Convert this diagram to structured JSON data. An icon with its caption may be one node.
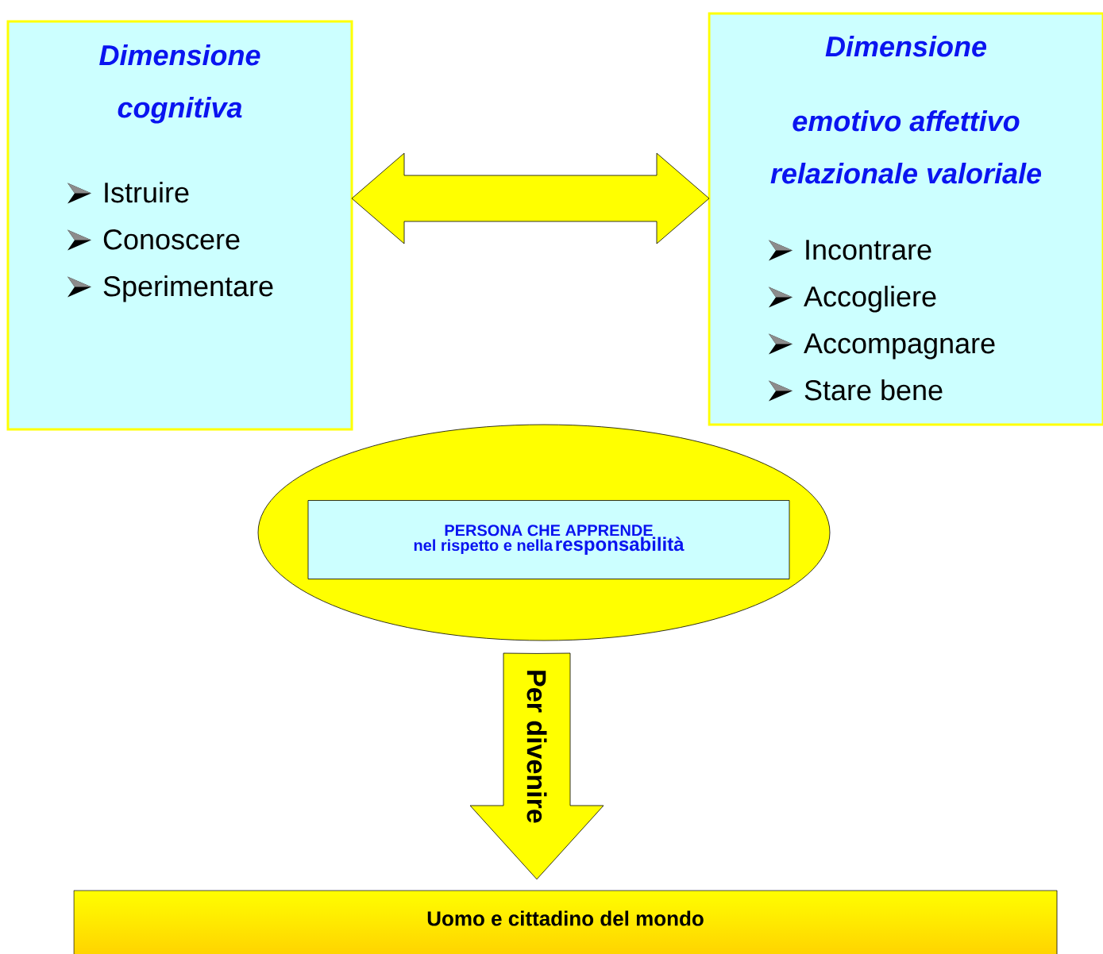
{
  "diagram": {
    "nodes": [
      {
        "text": [
          "Dimensione cognitiva",
          "Istruire",
          "Conoscere",
          "Sperimentare"
        ]
      },
      {
        "text": [
          "Dimensione",
          "emotivo affettivo relazionale valoriale",
          "Incontrare",
          "Accogliere",
          "Accompagnare",
          "Stare bene"
        ]
      },
      {
        "text": [],
        "shape": "ellipse"
      },
      {
        "text": [
          "PERSONA CHE APPRENDE",
          "nel rispetto e nella",
          "responsabilità"
        ],
        "in": 2
      },
      {
        "text": [
          "Uomo e cittadino del mondo"
        ]
      }
    ],
    "edges": [
      {
        "from": 0,
        "to": 1,
        "arrow": "both"
      },
      {
        "from": 2,
        "to": 4,
        "arrow": "to",
        "label": "Per divenire"
      }
    ]
  }
}
